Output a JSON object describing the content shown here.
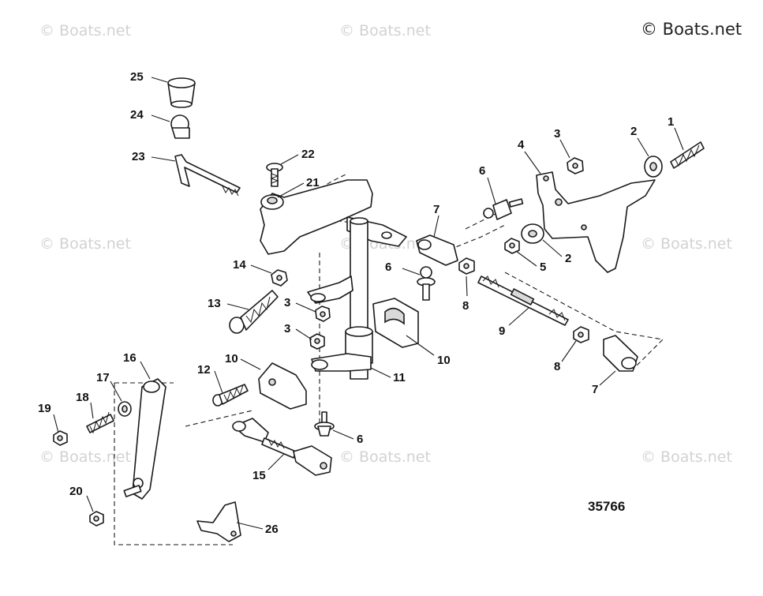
{
  "watermarks": [
    "© Boats.net",
    "© Boats.net",
    "© Boats.net",
    "© Boats.net",
    "© Boats.net",
    "© Boats.net",
    "© Boats.net",
    "© Boats.net"
  ],
  "copyright": "© Boats.net",
  "figure_number": "35766",
  "callouts": [
    "25",
    "24",
    "23",
    "22",
    "21",
    "14",
    "13",
    "3",
    "3",
    "10",
    "12",
    "16",
    "17",
    "18",
    "19",
    "20",
    "15",
    "26",
    "6",
    "11",
    "6",
    "7",
    "8",
    "9",
    "10",
    "8",
    "7",
    "4",
    "3",
    "6",
    "2",
    "1",
    "2",
    "5"
  ]
}
